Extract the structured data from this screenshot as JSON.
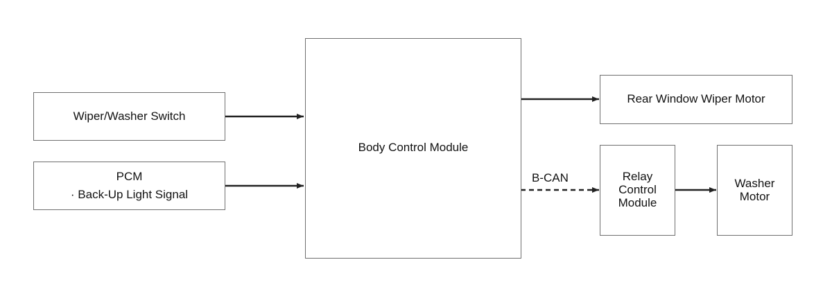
{
  "blocks": {
    "wiper_washer_switch": "Wiper/Washer Switch",
    "pcm": {
      "title": "PCM",
      "signal": "· Back-Up Light Signal"
    },
    "body_control_module": "Body Control Module",
    "rear_window_wiper_motor": "Rear Window Wiper Motor",
    "relay_control_module": {
      "line1": "Relay",
      "line2": "Control",
      "line3": "Module"
    },
    "washer_motor": {
      "line1": "Washer",
      "line2": "Motor"
    }
  },
  "signals": {
    "bcan": "B-CAN"
  },
  "colors": {
    "border": "#6e6e6e",
    "line": "#222222",
    "text": "#111111"
  }
}
